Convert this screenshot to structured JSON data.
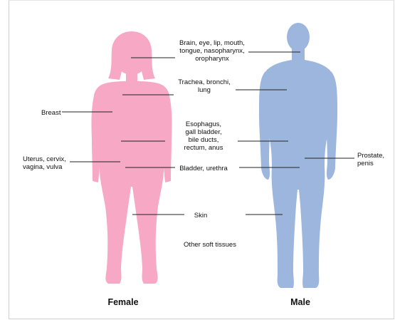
{
  "figures": {
    "female": {
      "caption": "Female",
      "color": "#f7a8c4"
    },
    "male": {
      "caption": "Male",
      "color": "#9db6de"
    }
  },
  "labels": {
    "head": "Brain, eye, lip, mouth,\ntongue, nasopharynx,\noropharynx",
    "trachea": "Trachea, bronchi,\nlung",
    "breast": "Breast",
    "digestive": "Esophagus,\ngall bladder,\nbile ducts,\nrectum, anus",
    "uterus": "Uterus, cervix,\nvagina, vulva",
    "bladder": "Bladder, urethra",
    "prostate": "Prostate,\npenis",
    "skin": "Skin",
    "soft": "Other soft tissues"
  },
  "line_color": "#222222"
}
